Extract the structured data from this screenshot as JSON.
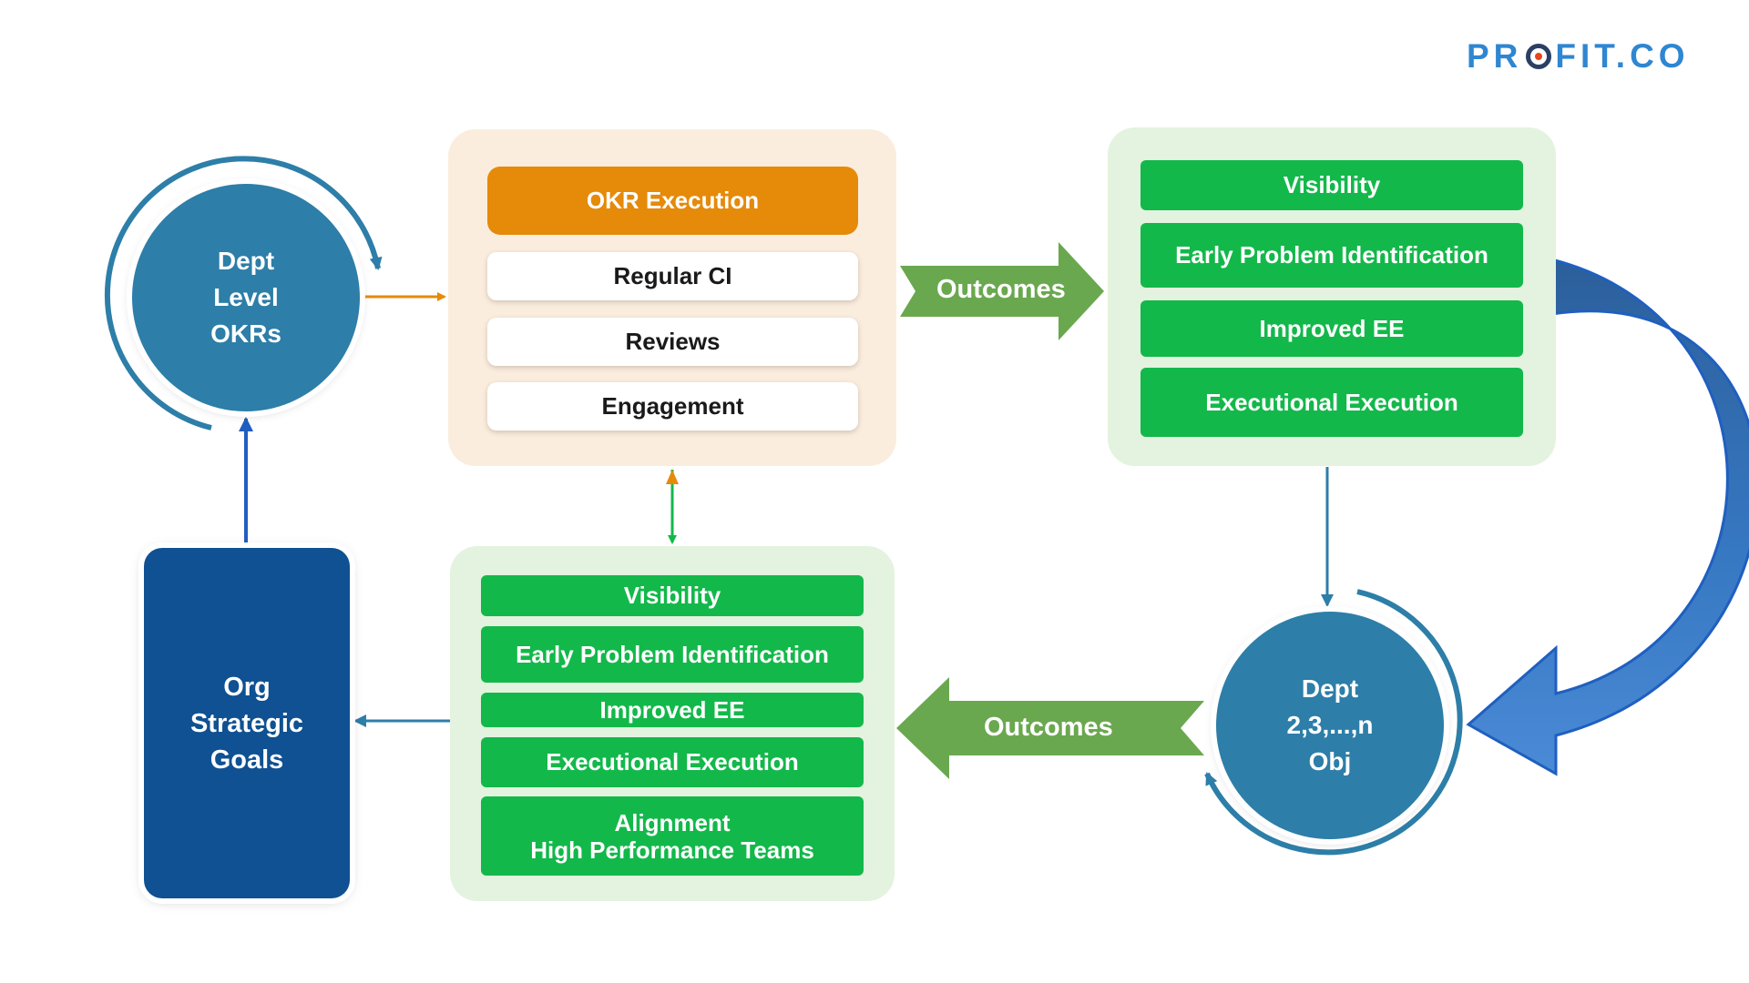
{
  "logo": {
    "text_before": "PR",
    "text_after": "FIT.CO"
  },
  "dept_level": {
    "lines": [
      "Dept",
      "Level",
      "OKRs"
    ]
  },
  "execution": {
    "header": "OKR Execution",
    "items": [
      "Regular CI",
      "Reviews",
      "Engagement"
    ]
  },
  "outcomes_top": {
    "label": "Outcomes",
    "items": [
      "Visibility",
      "Early Problem Identification",
      "Improved EE",
      "Executional Execution"
    ]
  },
  "dept_obj": {
    "lines": [
      "Dept",
      "2,3,...,n",
      "Obj"
    ]
  },
  "outcomes_bottom": {
    "label": "Outcomes",
    "items": [
      "Visibility",
      "Early Problem Identification",
      "Improved EE",
      "Executional Execution"
    ],
    "last_item": [
      "Alignment",
      "High Performance Teams"
    ]
  },
  "org_goals": {
    "lines": [
      "Org",
      "Strategic",
      "Goals"
    ]
  },
  "colors": {
    "teal_circle": "#2d7ea8",
    "navy": "#0f5192",
    "orange": "#e58a09",
    "green": "#13b84a",
    "arrow_green": "#6aa84f",
    "arrow_blue": "#3a7cc4"
  }
}
